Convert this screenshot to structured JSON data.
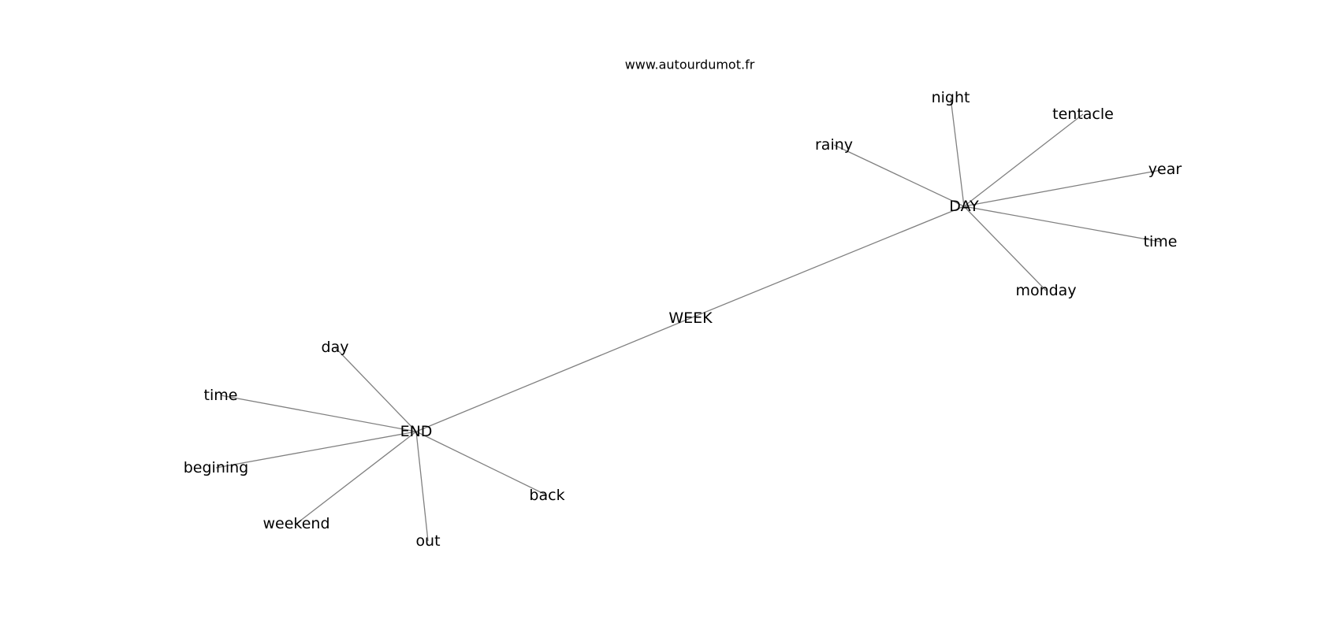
{
  "site": "www.autourdumot.fr",
  "center": {
    "id": "week",
    "label": "WEEK"
  },
  "hubs": [
    {
      "id": "day",
      "label": "DAY",
      "neighbors": [
        {
          "id": "rainy",
          "label": "rainy"
        },
        {
          "id": "night",
          "label": "night"
        },
        {
          "id": "tentacle",
          "label": "tentacle"
        },
        {
          "id": "year",
          "label": "year"
        },
        {
          "id": "time",
          "label": "time"
        },
        {
          "id": "monday",
          "label": "monday"
        }
      ]
    },
    {
      "id": "end",
      "label": "END",
      "neighbors": [
        {
          "id": "day",
          "label": "day"
        },
        {
          "id": "time",
          "label": "time"
        },
        {
          "id": "begining",
          "label": "begining"
        },
        {
          "id": "weekend",
          "label": "weekend"
        },
        {
          "id": "out",
          "label": "out"
        },
        {
          "id": "back",
          "label": "back"
        }
      ]
    }
  ],
  "colors": {
    "edge": "#808080",
    "text": "#000000",
    "background": "#ffffff"
  }
}
